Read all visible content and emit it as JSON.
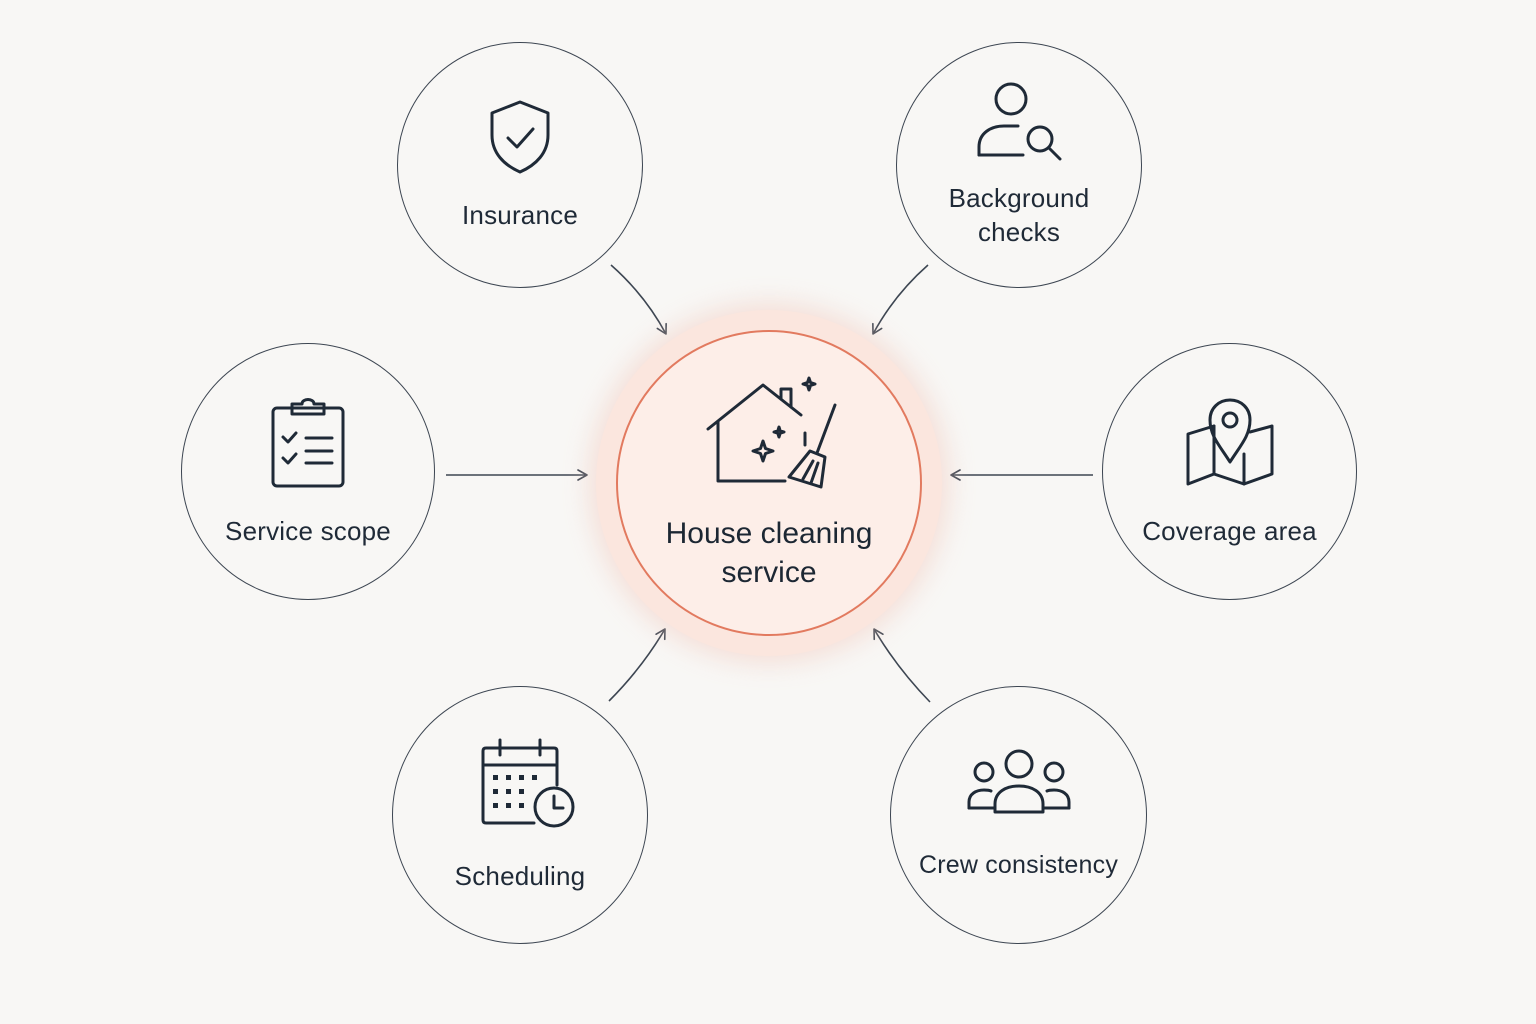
{
  "diagram": {
    "center": {
      "label": "House cleaning service",
      "icon": "house-cleaning-icon"
    },
    "factors": {
      "insurance": {
        "label": "Insurance",
        "icon": "shield-check-icon"
      },
      "background": {
        "label": "Background checks",
        "icon": "person-search-icon"
      },
      "scope": {
        "label": "Service scope",
        "icon": "clipboard-checklist-icon"
      },
      "coverage": {
        "label": "Coverage area",
        "icon": "map-pin-icon"
      },
      "scheduling": {
        "label": "Scheduling",
        "icon": "calendar-clock-icon"
      },
      "crew": {
        "label": "Crew consistency",
        "icon": "team-icon"
      }
    },
    "colors": {
      "background": "#f8f7f5",
      "line": "#3d4652",
      "accent": "#e27a5f",
      "center_fill": "#fdeee8"
    }
  }
}
